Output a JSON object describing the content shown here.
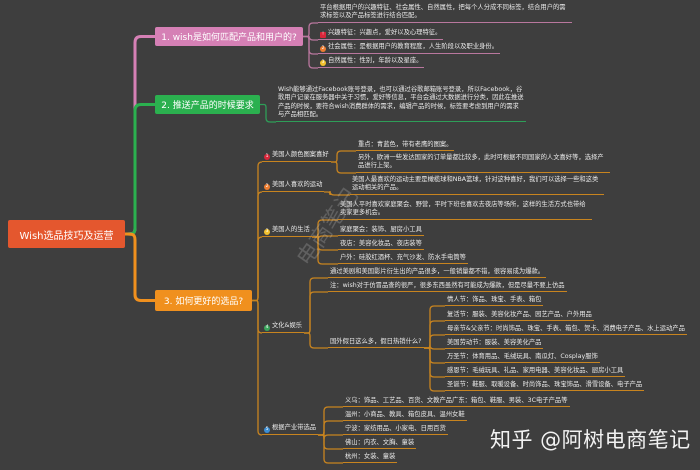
{
  "root": {
    "title": "Wish选品技巧及运营",
    "color": "#e4572e"
  },
  "b1": {
    "title": "1. wish是如何匹配产品和用户的?",
    "color": "#d580b5",
    "leaves": [
      "平台根据用户的兴趣特征、社会属性、自然属性，把每个人分成不同标签，结合用户的需求标签以及产品标签进行结合匹配。",
      "兴趣特征：兴趣点，爱好以及心理特征。",
      "社会属性：是根据用户的教育程度，人生阶段以及职业身份。",
      "自然属性：性别，年龄以及星座。"
    ]
  },
  "b2": {
    "title": "2. 推送产品的时候要求",
    "color": "#2bb04f",
    "leaves": [
      "Wish能够通过Facebook账号登录，也可以通过谷歌邮箱账号登录，所以Facebook，谷歌用户记录在服务器中关于习惯，爱好等信息，平台会通过大数据进行分类，因此在推送产品的时候，要符合wish消费群体的需求，编辑产品的时候，标签要考虑到用户的需求与产品相匹配。"
    ]
  },
  "b3": {
    "title": "3. 如何更好的选品?",
    "color": "#f0901e",
    "items": [
      {
        "label": "美国人颜色图案喜好",
        "icon": "1",
        "leaves": [
          "重点：青蓝色，带有老鹰的图案。",
          "另外，欧洲一些发达国家的订单量都比较多，此时可根据不同国家的人文喜好等，选择产品进行上架。"
        ]
      },
      {
        "label": "美国人喜欢的运动",
        "icon": "2",
        "leaves": [
          "美国人最喜欢的运动主要是橄榄球和NBA篮球，针对这种喜好，我们可以选择一些和这类运动相关的产品。"
        ]
      },
      {
        "label": "美国人的生活",
        "icon": "3",
        "leaves": [
          "美国人平时喜欢家庭聚会、野营，平时下班也喜欢去夜店等场所，这样的生活方式也带给卖家更多机会。",
          "家庭聚会：装饰、厨房小工具",
          "夜店：美容化妆品、夜店装等",
          "户外：硅胶红酒杯、充气沙发、防水手电筒等"
        ]
      },
      {
        "label": "文化&娱乐",
        "icon": "4",
        "leaves": [
          "通过美剧和美国影片衍生出的产品很多，一般销量都不错，很容易成为爆款。",
          "注：wish对于仿冒品查的很严，很多东西虽然有可能成为爆款，但是尽量不要上仿品",
          "国外假日这么多，假日热销什么?"
        ],
        "holidays": [
          "情人节：饰品、珠宝、手表、箱包",
          "复活节：服装、美容化妆产品、园艺产品、户外用品",
          "母亲节&父亲节：时尚饰品、珠宝、手表、箱包、贺卡、消费电子产品、水上运动产品",
          "美国劳动节：服装、美容美化产品",
          "万圣节：体育用品、毛绒玩具、南瓜灯、Cosplay服饰",
          "感恩节：毛绒玩具、礼品、家用电器、美容化妆品、厨房小工具",
          "圣诞节：鞋服、取暖设备、时尚饰品、珠宝饰品、滑雪设备、电子产品"
        ]
      },
      {
        "label": "根据产业带选品",
        "icon": "5",
        "leaves": [
          "义乌：饰品、工艺品、百货、文教产品广东：箱包、鞋服、男装、3C电子产品等",
          "温州：小商品、教具、箱包皮具、温州女鞋",
          "宁波：家纺用品、小家电、日用百货",
          "佛山：内衣、文胸、童装",
          "杭州：女装、童装"
        ]
      }
    ]
  },
  "icon_colors": {
    "1": "#d9263a",
    "2": "#ee7d30",
    "3": "#f2c12e",
    "4": "#3aa55c",
    "5": "#3b8fd6"
  },
  "watermark": "知乎 @阿树电商笔记",
  "watermark_diagonal": "电商笔记"
}
